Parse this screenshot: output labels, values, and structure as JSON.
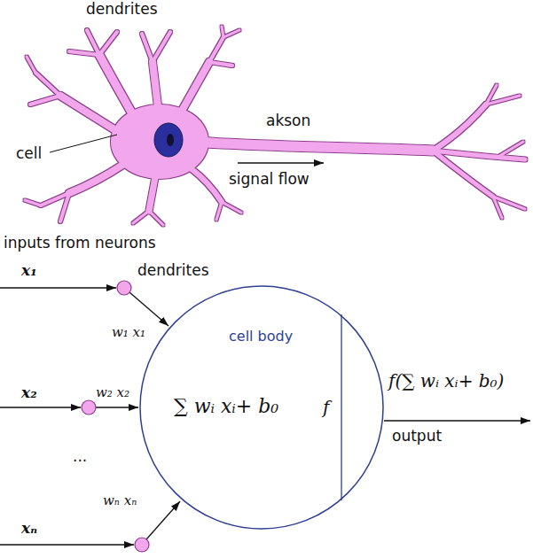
{
  "diagram": {
    "nodes": [
      {
        "text": [
          "cell body",
          "∑ wᵢ xᵢ+ b₀",
          "f"
        ]
      }
    ],
    "labels": [
      "dendrites",
      "cell",
      "akson",
      "signal flow",
      "inputs from neurons",
      "x₁",
      "w₁ x₁",
      "dendrites",
      "x₂",
      "w₂ x₂",
      "...",
      "wₙ xₙ",
      "xₙ",
      "f(∑ wᵢ xᵢ+ b₀)",
      "output"
    ]
  }
}
